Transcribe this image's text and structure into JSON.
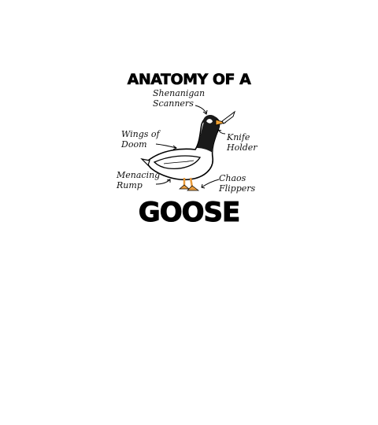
{
  "title_top": "ANATOMY OF A",
  "title_bottom": "GOOSE",
  "labels": {
    "scanners_1": "Shenanigan",
    "scanners_2": "Scanners",
    "knife_1": "Knife",
    "knife_2": "Holder",
    "wings_1": "Wings of",
    "wings_2": "Doom",
    "rump_1": "Menacing",
    "rump_2": "Rump",
    "flippers_1": "Chaos",
    "flippers_2": "Flippers"
  },
  "colors": {
    "beak": "#f0a030",
    "feet": "#e89a3a",
    "ink": "#000000"
  }
}
